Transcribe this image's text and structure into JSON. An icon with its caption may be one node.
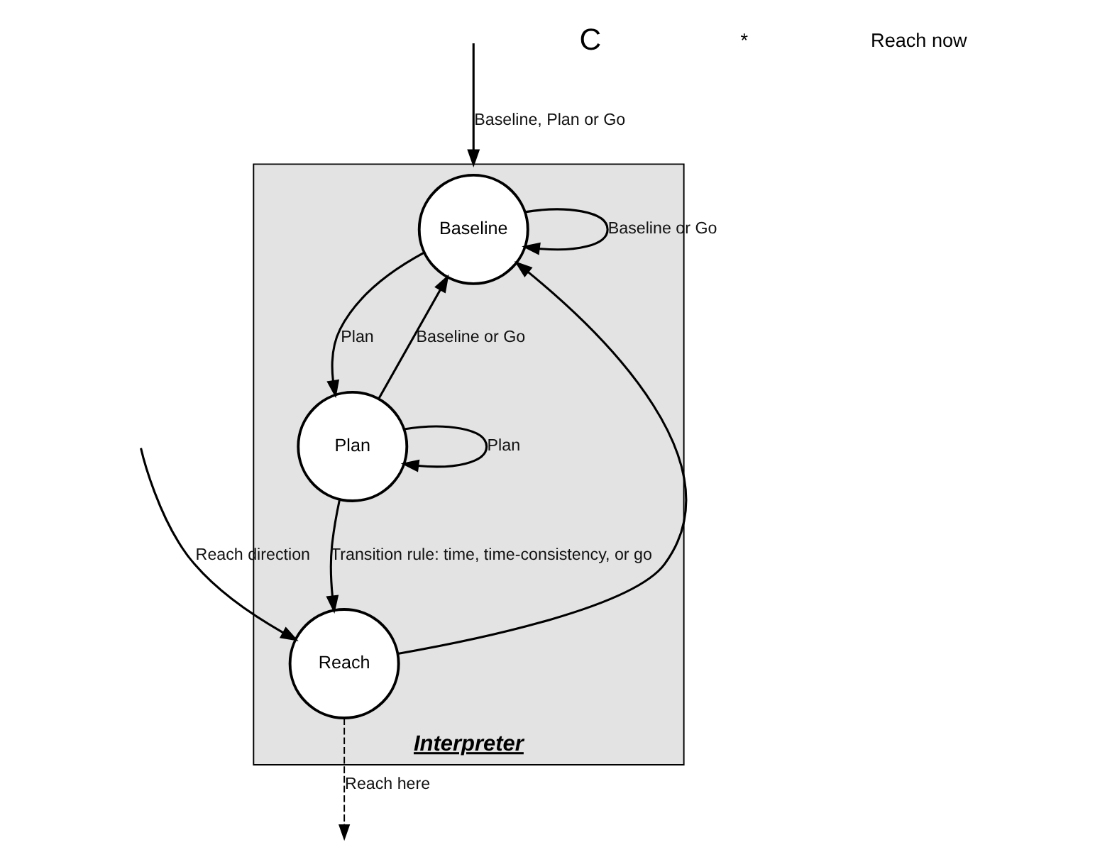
{
  "diagram": {
    "nodes": [
      {
        "text": [
          "Interpreter"
        ]
      },
      {
        "text": [
          "Baseline"
        ],
        "in": 0
      },
      {
        "text": [
          "Plan"
        ],
        "in": 0
      },
      {
        "text": [
          "Reach"
        ],
        "in": 0
      }
    ],
    "edges": [
      {
        "from": null,
        "to": 3,
        "arrow": "to",
        "label": "Reach direction"
      },
      {
        "from": null,
        "to": 0,
        "arrow": "to",
        "label": "Baseline, Plan or Go"
      },
      {
        "from": 1,
        "to": 1,
        "arrow": "to",
        "label": "Baseline or Go"
      },
      {
        "from": 1,
        "to": 2,
        "arrow": "to",
        "label": "Plan"
      },
      {
        "from": 2,
        "to": 1,
        "arrow": "to",
        "label": "Baseline or Go"
      },
      {
        "from": 2,
        "to": 2,
        "arrow": "to",
        "label": "Plan"
      },
      {
        "from": 2,
        "to": 3,
        "arrow": "to",
        "label": "Transition rule: time, time-consistency, or go"
      },
      {
        "from": 3,
        "to": 1,
        "arrow": "to"
      },
      {
        "from": 3,
        "to": null,
        "arrow": "to",
        "style": "dashed",
        "label": "Reach here"
      }
    ],
    "labels": [
      "C",
      "*",
      "Reach now"
    ]
  }
}
